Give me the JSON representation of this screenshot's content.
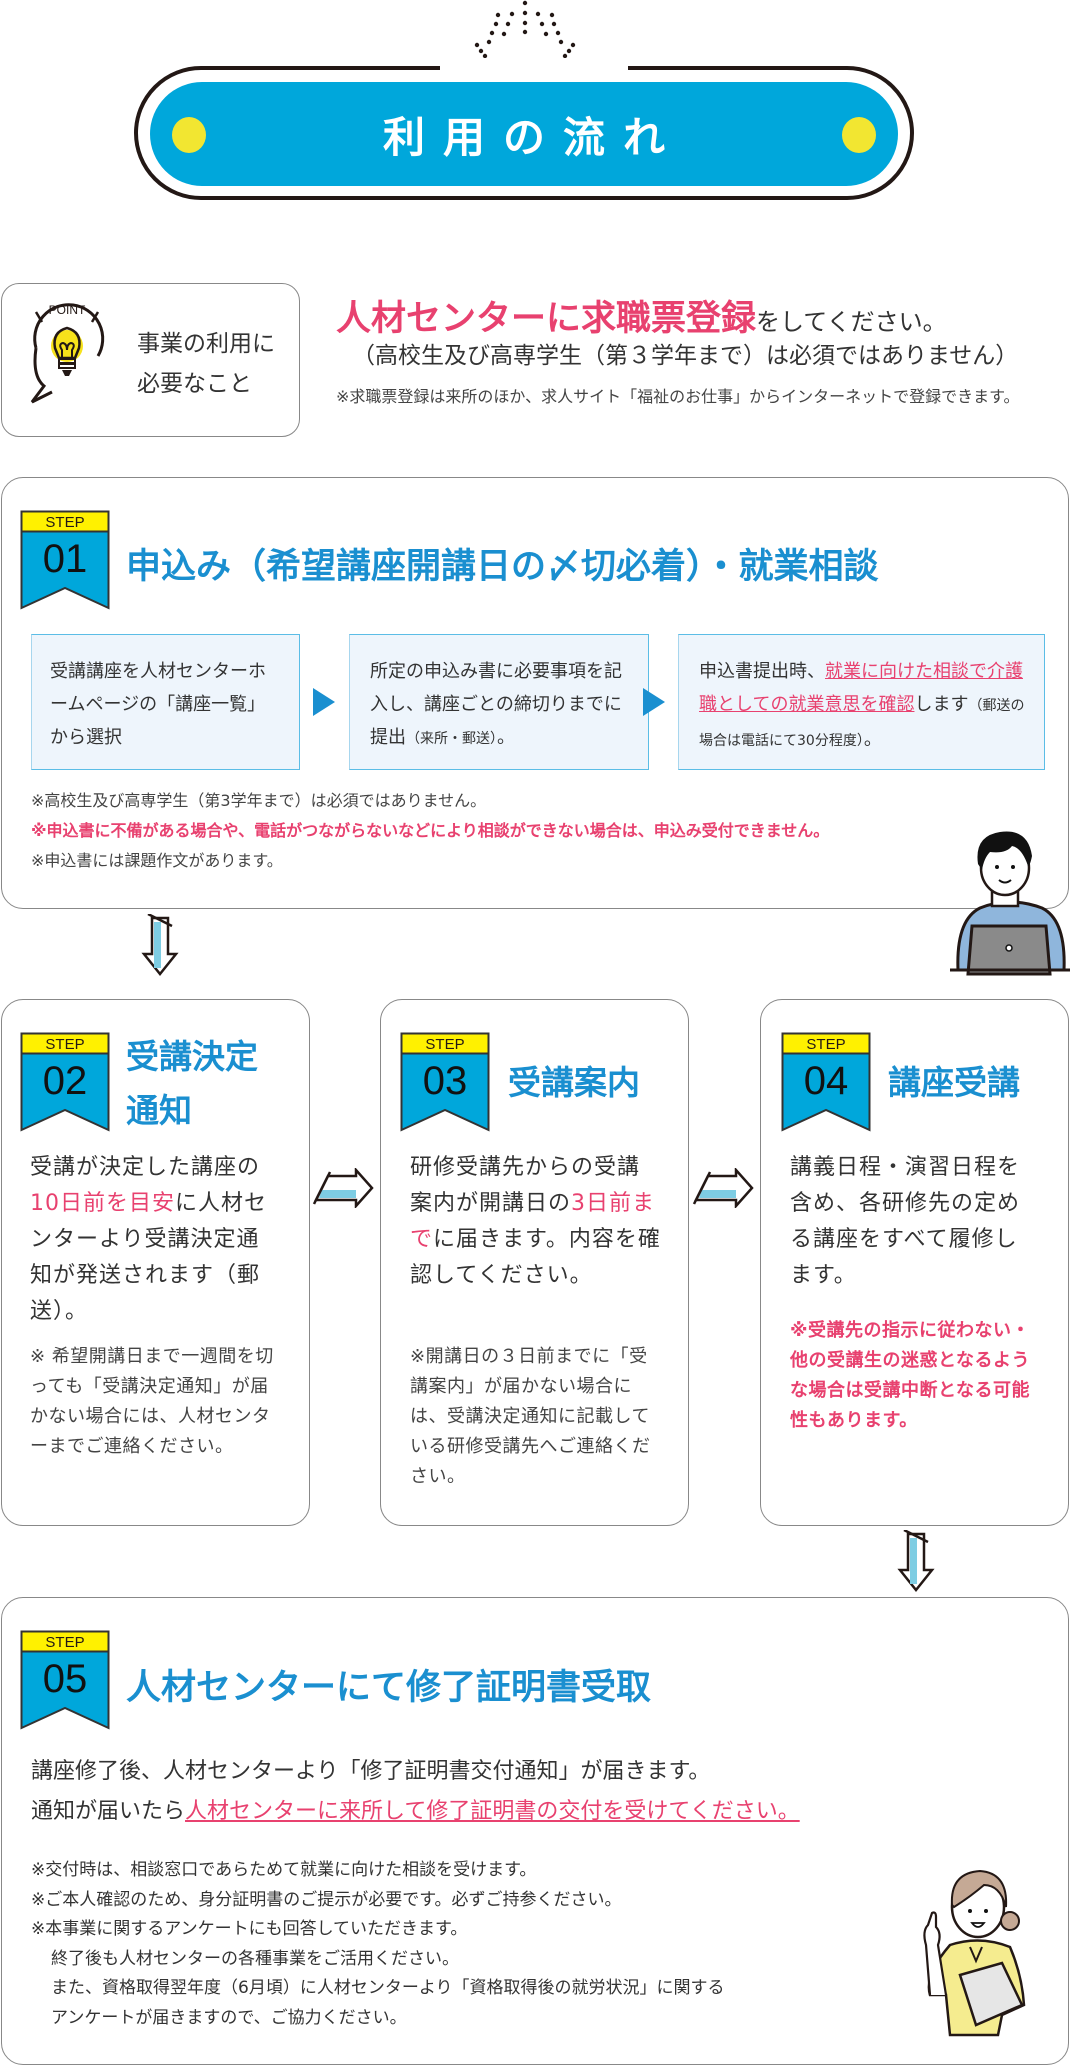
{
  "header": {
    "title": "利用の流れ"
  },
  "point": {
    "badge_text": "POINT",
    "label_lines": [
      "事業の利用に",
      "必要なこと"
    ],
    "requirement_highlight": "人材センターに求職票登録",
    "requirement_tail": "をしてください。",
    "requirement_sub": "（高校生及び高専学生（第３学年まで）は必須ではありません）",
    "requirement_note": "※求職票登録は来所のほか、求人サイト「福祉のお仕事」からインターネットで登録できます。"
  },
  "steps": {
    "badge_label": "STEP",
    "step1": {
      "number": "01",
      "title": "申込み（希望講座開講日の〆切必着）・就業相談",
      "flow": [
        {
          "text": "受講講座を人材センターホームページの「講座一覧」から選択"
        },
        {
          "text": "所定の申込み書に必要事項を記入し、講座ごとの締切りまでに提出",
          "small": "（来所・郵送）",
          "end": "。"
        },
        {
          "lead": "申込書提出時、",
          "highlight": "就業に向けた相談で介護職としての就業意思を確認",
          "tail": "します",
          "small": "（郵送の場合は電話にて30分程度）",
          "end": "。"
        }
      ],
      "notes": [
        "※高校生及び高専学生（第3学年まで）は必須ではありません。",
        "※申込書に不備がある場合や、電話がつながらないなどにより相談ができない場合は、申込み受付できません。",
        "※申込書には課題作文があります。"
      ]
    },
    "step2": {
      "number": "02",
      "title_lines": [
        "受講決定",
        "通知"
      ],
      "body_a": "受講が決定した講座の",
      "body_highlight": "10日前を目安",
      "body_b": "に人材センターより受講決定通知が発送されます（郵送）。",
      "note": "※ 希望開講日まで一週間を切っても「受講決定通知」が届かない場合には、人材センターまでご連絡ください。"
    },
    "step3": {
      "number": "03",
      "title": "受講案内",
      "body_a": "研修受講先からの受講案内が開講日の",
      "body_highlight": "3日前まで",
      "body_b": "に届きます。内容を確認してください。",
      "note": "※開講日の３日前までに「受講案内」が届かない場合には、受講決定通知に記載している研修受講先へご連絡ください。"
    },
    "step4": {
      "number": "04",
      "title": "講座受講",
      "body": "講義日程・演習日程を含め、各研修先の定める講座をすべて履修します。",
      "note": "※受講先の指示に従わない・他の受講生の迷惑となるような場合は受講中断となる可能性もあります。"
    },
    "step5": {
      "number": "05",
      "title": "人材センターにて修了証明書受取",
      "body_line1": "講座修了後、人材センターより「修了証明書交付通知」が届きます。",
      "body_line2_lead": "通知が届いたら",
      "body_line2_highlight": "人材センターに来所して修了証明書の交付を受けてください。",
      "notes": [
        "※交付時は、相談窓口であらためて就業に向けた相談を受けます。",
        "※ご本人確認のため、身分証明書のご提示が必要です。必ずご持参ください。",
        "※本事業に関するアンケートにも回答していただきます。"
      ],
      "notes_indented": [
        "終了後も人材センターの各種事業をご活用ください。",
        "また、資格取得翌年度（6月頃）に人材センターより「資格取得後の就労状況」に関する",
        "アンケートが届きますので、ご協力ください。"
      ]
    }
  },
  "colors": {
    "brand_blue": "#00a7db",
    "title_blue": "#1a8fd0",
    "accent_pink": "#e8416f",
    "accent_yellow": "#f2e631",
    "badge_yellow": "#fff100",
    "flow_box_bg": "#eef5fc",
    "arrow_fill": "#7ecde3"
  }
}
